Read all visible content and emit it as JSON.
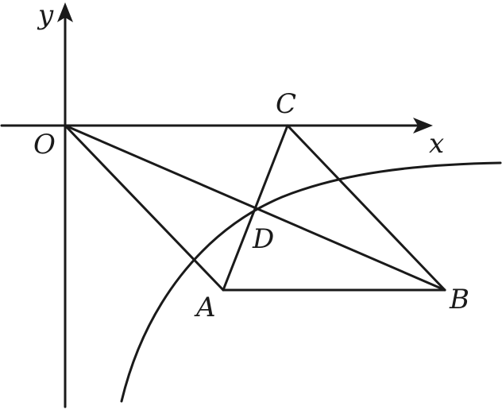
{
  "axes": {
    "x_label": "x",
    "y_label": "y",
    "origin_label": "O"
  },
  "points": {
    "A": "A",
    "B": "B",
    "C": "C",
    "D": "D"
  },
  "colors": {
    "ink": "#1a1a1a",
    "background": "#ffffff"
  }
}
